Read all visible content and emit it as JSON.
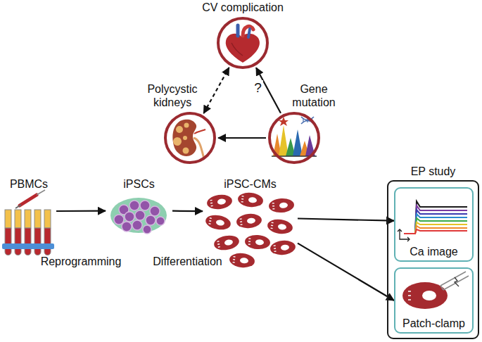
{
  "diagram": {
    "nodes": [
      {
        "text": [
          "CV complication"
        ]
      },
      {
        "text": [
          "Polycystic kidneys"
        ]
      },
      {
        "text": [
          "Gene mutation"
        ]
      },
      {
        "text": [
          "PBMCs"
        ]
      },
      {
        "text": [
          "iPSCs"
        ]
      },
      {
        "text": [
          "iPSC-CMs"
        ]
      },
      {
        "text": [
          "EP study"
        ]
      },
      {
        "text": [
          "Ca image"
        ],
        "in": 6
      },
      {
        "text": [
          "Patch-clamp"
        ],
        "in": 6
      }
    ],
    "edges": [
      {
        "from": 1,
        "to": 0,
        "arrow": "both"
      },
      {
        "from": 2,
        "to": 0,
        "arrow": "to",
        "label": "?"
      },
      {
        "from": 2,
        "to": 1,
        "arrow": "to"
      },
      {
        "from": 3,
        "to": 4,
        "arrow": "to",
        "label": "Reprogramming"
      },
      {
        "from": 4,
        "to": 5,
        "arrow": "to",
        "label": "Differentiation"
      },
      {
        "from": 5,
        "to": 7,
        "arrow": "to"
      },
      {
        "from": 5,
        "to": 8,
        "arrow": "to"
      }
    ]
  }
}
